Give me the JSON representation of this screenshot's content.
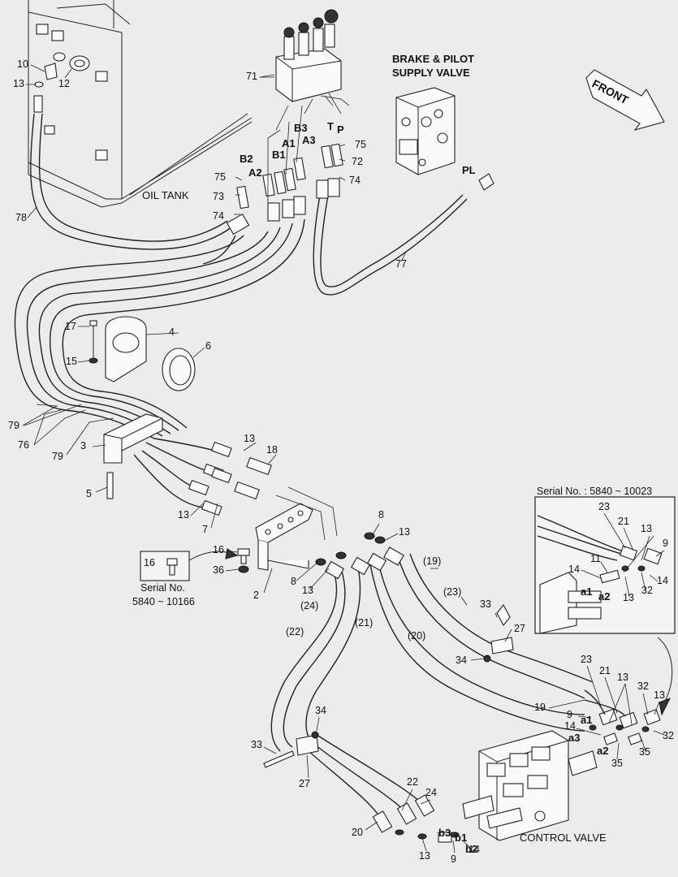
{
  "captions": {
    "oil_tank": "OIL TANK",
    "brake_valve_line1": "BRAKE & PILOT",
    "brake_valve_line2": "SUPPLY VALVE",
    "front": "FRONT",
    "control_valve": "CONTROL VALVE",
    "serial_inset": "Serial No. : 5840 ~ 10023",
    "serial_small_line1": "Serial No.",
    "serial_small_line2": "5840 ~ 10166"
  },
  "ports": {
    "b2": "B2",
    "a2": "A2",
    "b1": "B1",
    "a1": "A1",
    "b3": "B3",
    "a3": "A3",
    "t": "T",
    "p": "P",
    "pl": "PL",
    "cv_a1": "a1",
    "cv_a2": "a2",
    "cv_a3": "a3",
    "cv_b1": "b1",
    "cv_b2": "b2",
    "cv_b3": "b3",
    "in_a1": "a1",
    "in_a2": "a2"
  },
  "part_numbers": {
    "n10": "10",
    "n13a": "13",
    "n12": "12",
    "n71": "71",
    "n78": "78",
    "n75a": "75",
    "n73": "73",
    "n74a": "74",
    "n75b": "75",
    "n72": "72",
    "n74b": "74",
    "n77": "77",
    "n17": "17",
    "n4": "4",
    "n6": "6",
    "n15": "15",
    "n79a": "79",
    "n76": "76",
    "n79b": "79",
    "n3": "3",
    "n5": "5",
    "n13b": "13",
    "n18": "18",
    "n13c": "13",
    "n7": "7",
    "n8a": "8",
    "n13d": "13",
    "n16a": "16",
    "n16b": "16",
    "n36": "36",
    "n2": "2",
    "n8b": "8",
    "n13e": "13",
    "n19p": "(19)",
    "n23p": "(23)",
    "n24p": "(24)",
    "n21p": "(21)",
    "n20p": "(20)",
    "n22p": "(22)",
    "n33a": "33",
    "n27a": "27",
    "n34a": "34",
    "n23a": "23",
    "n21a": "21",
    "n13f": "13",
    "n9a": "9",
    "n11": "11",
    "n14a": "14",
    "n13g": "13",
    "n32a": "32",
    "n14b": "14",
    "n23b": "23",
    "n21b": "21",
    "n13h": "13",
    "n32b": "32",
    "n13i": "13",
    "n19": "19",
    "n9b": "9",
    "n14c": "14",
    "n32c": "32",
    "n35a": "35",
    "n35b": "35",
    "n34b": "34",
    "n33b": "33",
    "n27b": "27",
    "n22": "22",
    "n24": "24",
    "n20": "20",
    "n13j": "13",
    "n9c": "9",
    "n14d": "14"
  }
}
